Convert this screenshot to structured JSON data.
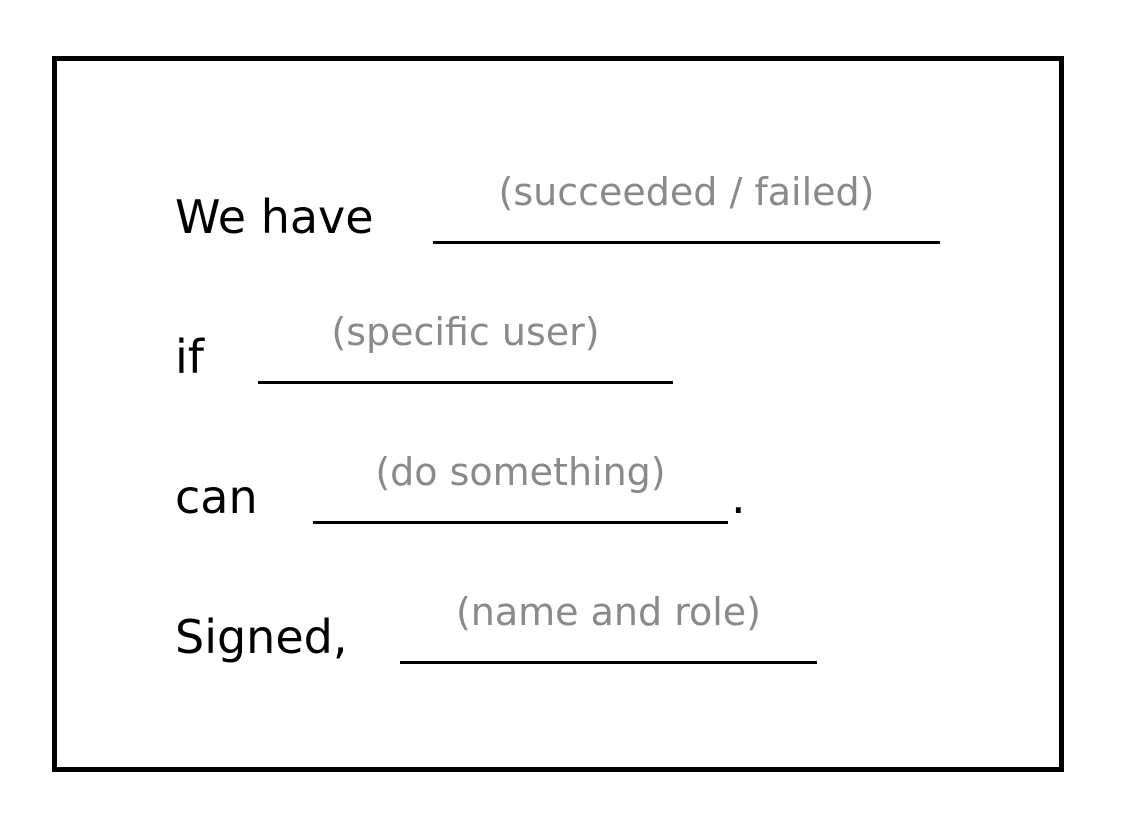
{
  "form": {
    "rows": [
      {
        "label": "We have",
        "hint": "(succeeded / failed)"
      },
      {
        "label": "if",
        "hint": "(specific user)"
      },
      {
        "label": "can",
        "hint": "(do something)",
        "suffix": "."
      },
      {
        "label": "Signed,",
        "hint": "(name and role)"
      }
    ]
  }
}
